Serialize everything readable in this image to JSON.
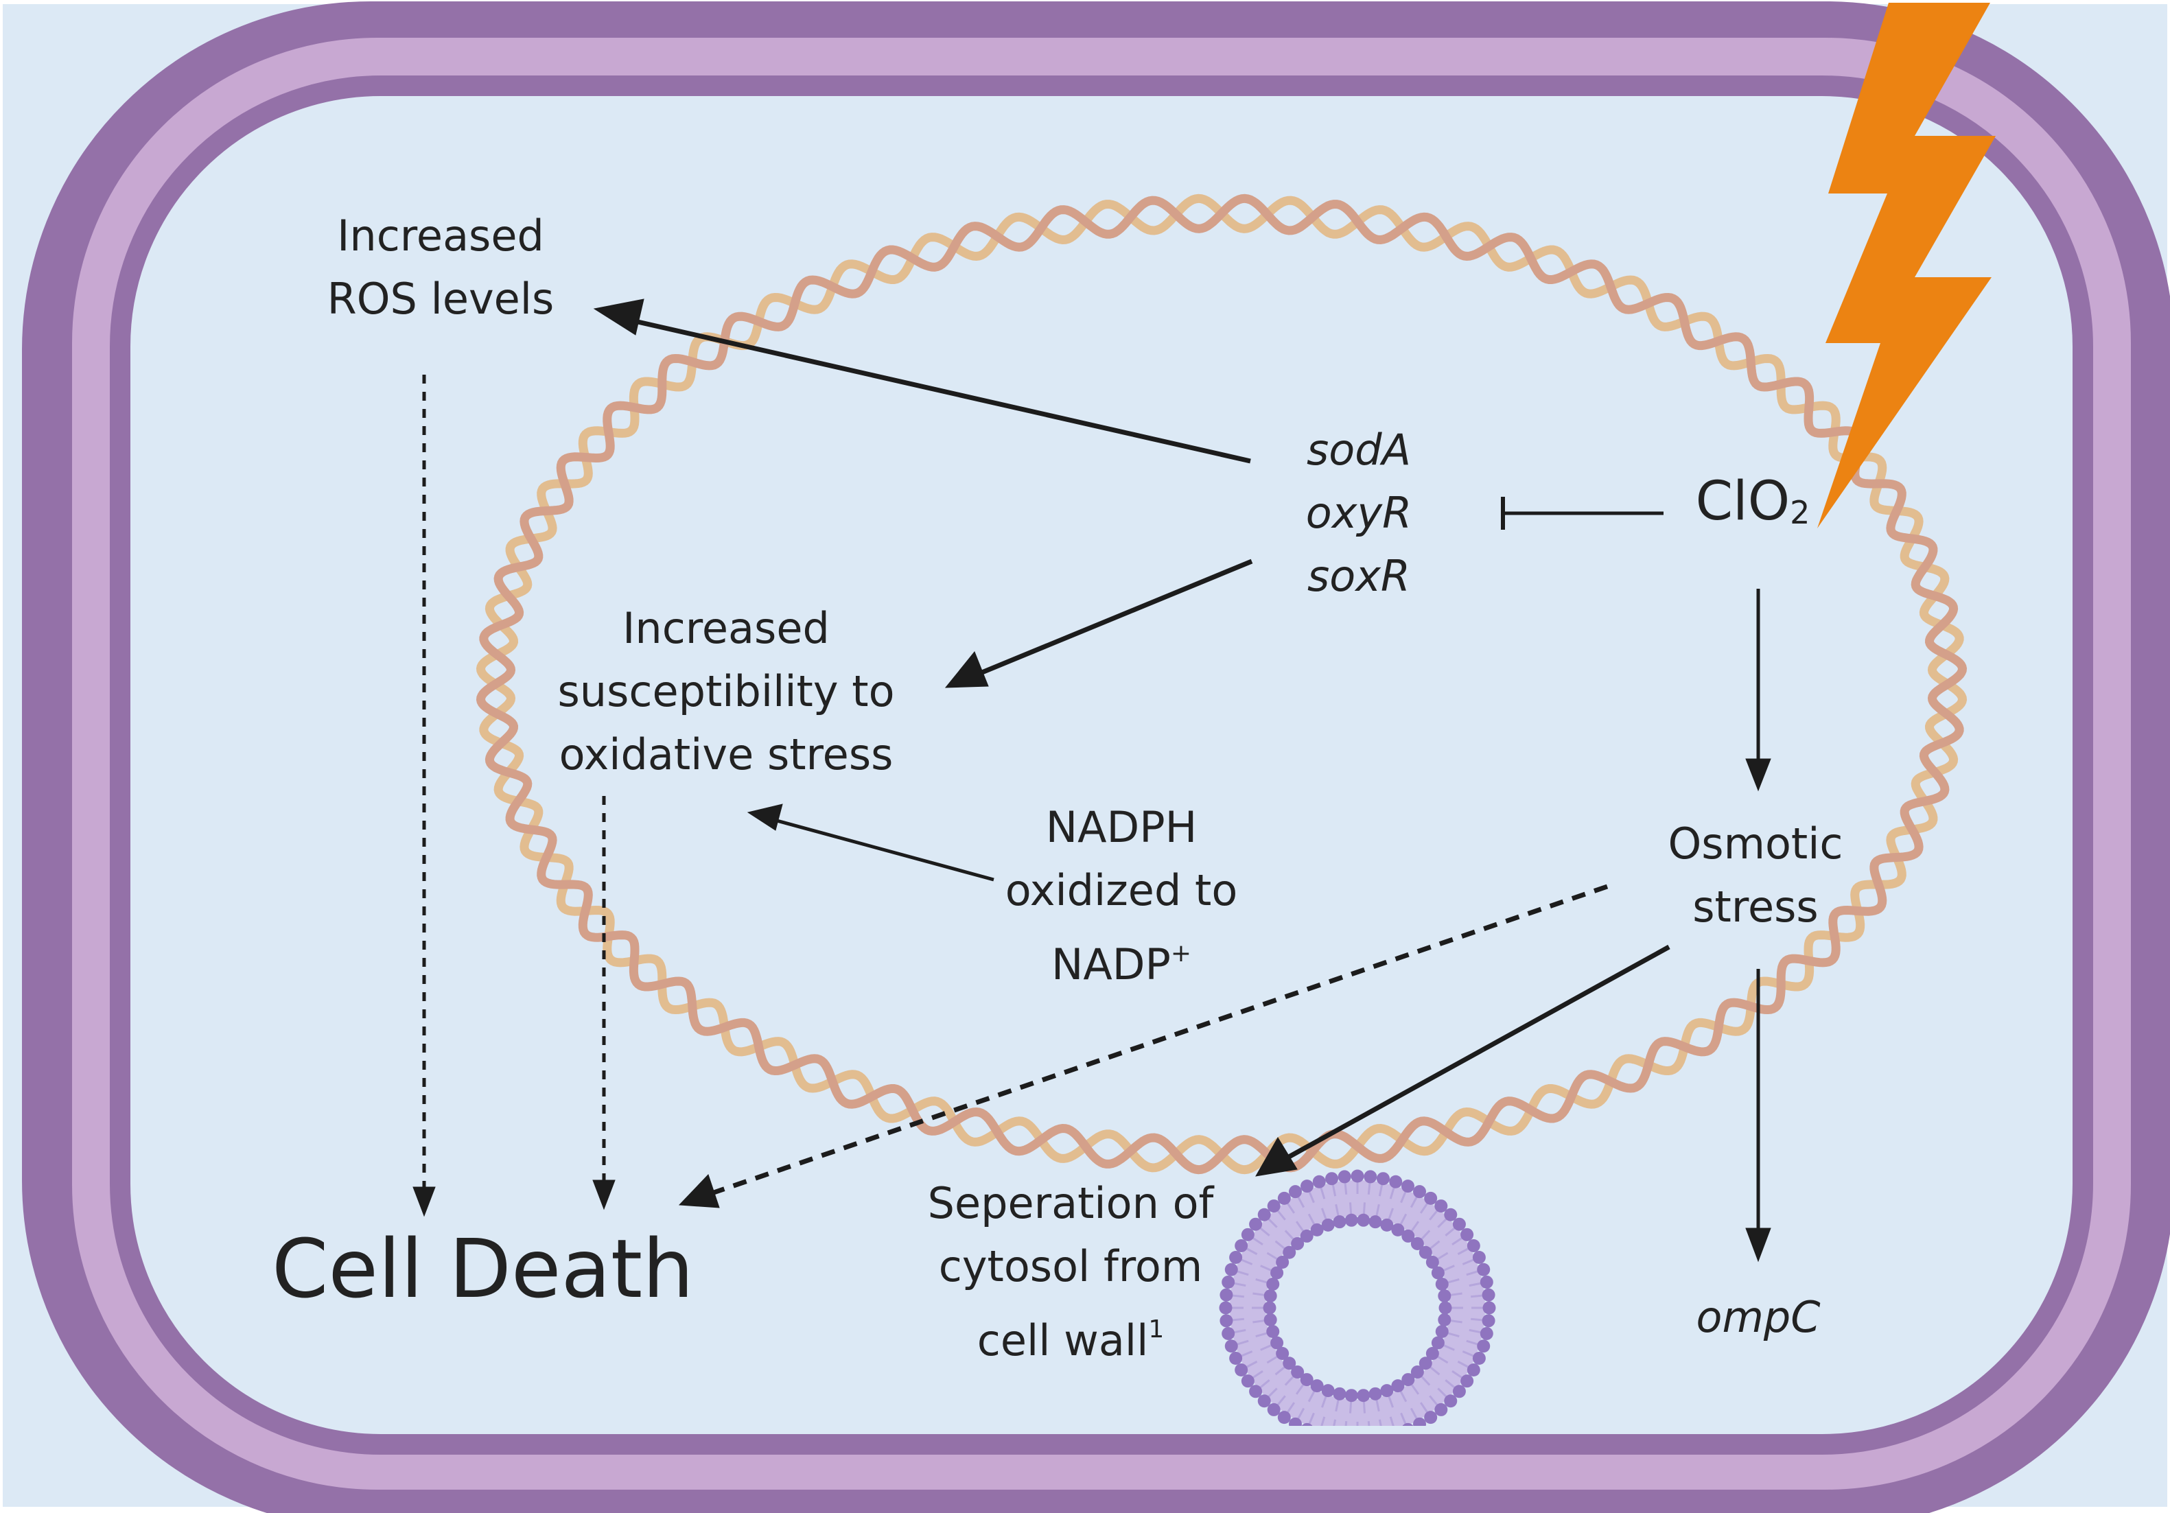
{
  "labels": {
    "ros_line1": "Increased",
    "ros_line2": "ROS levels",
    "genes": [
      "sodA",
      "oxyR",
      "soxR"
    ],
    "clo2_main": "ClO",
    "clo2_sub": "2",
    "susc_line1": "Increased",
    "susc_line2": "susceptibility to",
    "susc_line3": "oxidative stress",
    "nadph_line1": "NADPH",
    "nadph_line2": "oxidized to",
    "nadph_line3": "NADP",
    "nadph_sup": "+",
    "osmotic_line1": "Osmotic",
    "osmotic_line2": "stress",
    "cell_death": "Cell Death",
    "sep_line1": "Seperation of",
    "sep_line2": "cytosol from",
    "sep_line3": "cell wall",
    "sep_sup": "1",
    "ompc": "ompC"
  },
  "colors": {
    "background": "#dce9f5",
    "wall_outer": "#9471a8",
    "wall_inner": "#c8a8d2",
    "dna_strand_a": "#e2bd90",
    "dna_strand_b": "#d4a08a",
    "lightning": "#ec8312",
    "vesicle": "#8f74bf",
    "arrow": "#1c1c1c"
  },
  "icons": [
    "lightning-bolt-icon",
    "dna-plasmid-icon",
    "membrane-vesicle-icon"
  ]
}
